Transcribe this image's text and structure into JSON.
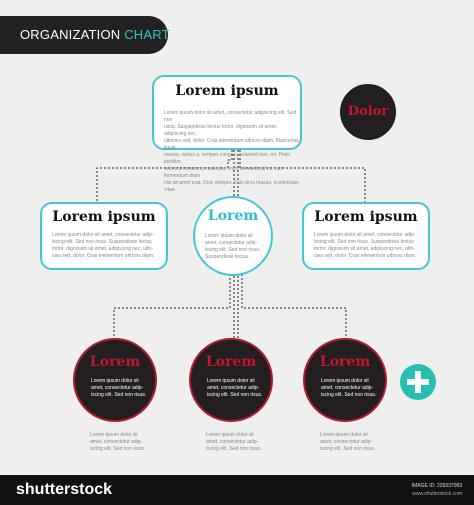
{
  "header": {
    "title_part1": "ORGANIZATION",
    "title_part2": "CHART"
  },
  "top_box": {
    "heading": "Lorem ipsum",
    "lines": [
      "Lorem ipsum dolor sit amet, consectetur adipiscing elit. Sed non",
      "risus. Suspendisse lectus tortor, dignissim sit amet, adipiscing nec,",
      "ultricies sed, dolor. Cras elementum ultrices diam. Maecenas ligula",
      "massa, varius a, semper congue, euismod non, mi. Proin porttitor,",
      "orci nec nonummy molestie, enim est eleifend mi, non fermentum diam",
      "nisl sit amet erat. Duis semper. Duis arcu massa, scelerisque vitae."
    ]
  },
  "dolor_circle": {
    "label": "Dolor"
  },
  "mid_left": {
    "heading": "Lorem ipsum",
    "lines": [
      "Lorem ipsum dolor sit amet, consectetur adip-",
      "iscing elit. Sed non risus. Suspendisse lectus",
      "tortor, dignissim sit amet, adipiscing nec, ultri-",
      "cies sed, dolor. Cras elementum ultrices diam."
    ]
  },
  "mid_center": {
    "heading": "Lorem",
    "lines": [
      "Lorem ipsum dolor sit",
      "amet, consectetur adip-",
      "iscing elit. Sed non risus.",
      "Suspendisse lectus."
    ]
  },
  "mid_right": {
    "heading": "Lorem ipsum",
    "lines": [
      "Lorem ipsum dolor sit amet, consectetur adip-",
      "iscing elit. Sed non risus. Suspendisse lectus",
      "tortor, dignissim sit amet, adipiscing nec, ultri-",
      "cies sed, dolor. Cras elementum ultrices diam."
    ]
  },
  "bottom": [
    {
      "heading": "Lorem",
      "lines": [
        "Lorem ipsum dolor sit",
        "amet, consectetur adip-",
        "iscing elit. Sed non risus."
      ],
      "under": [
        "Lorem ipsum dolor sit",
        "amet, consectetur adip-",
        "iscing elit. Sed non risus."
      ]
    },
    {
      "heading": "Lorem",
      "lines": [
        "Lorem ipsum dolor sit",
        "amet, consectetur adip-",
        "iscing elit. Sed non risus."
      ],
      "under": [
        "Lorem ipsum dolor sit",
        "amet, consectetur adip-",
        "iscing elit. Sed non risus."
      ]
    },
    {
      "heading": "Lorem",
      "lines": [
        "Lorem ipsum dolor sit",
        "amet, consectetur adip-",
        "iscing elit. Sed non risus."
      ],
      "under": [
        "Lorem ipsum dolor sit",
        "amet, consectetur adip-",
        "iscing elit. Sed non risus."
      ]
    }
  ],
  "footer": {
    "logo": "shutterstock",
    "image_id": "IMAGE ID: 229337083",
    "site": "www.shutterstock.com"
  },
  "colors": {
    "accent": "#3ec9d6",
    "dark_node": "#231f20",
    "red": "#b11a2e",
    "plus": "#26bfb4"
  },
  "icons": [
    "plus-icon"
  ]
}
